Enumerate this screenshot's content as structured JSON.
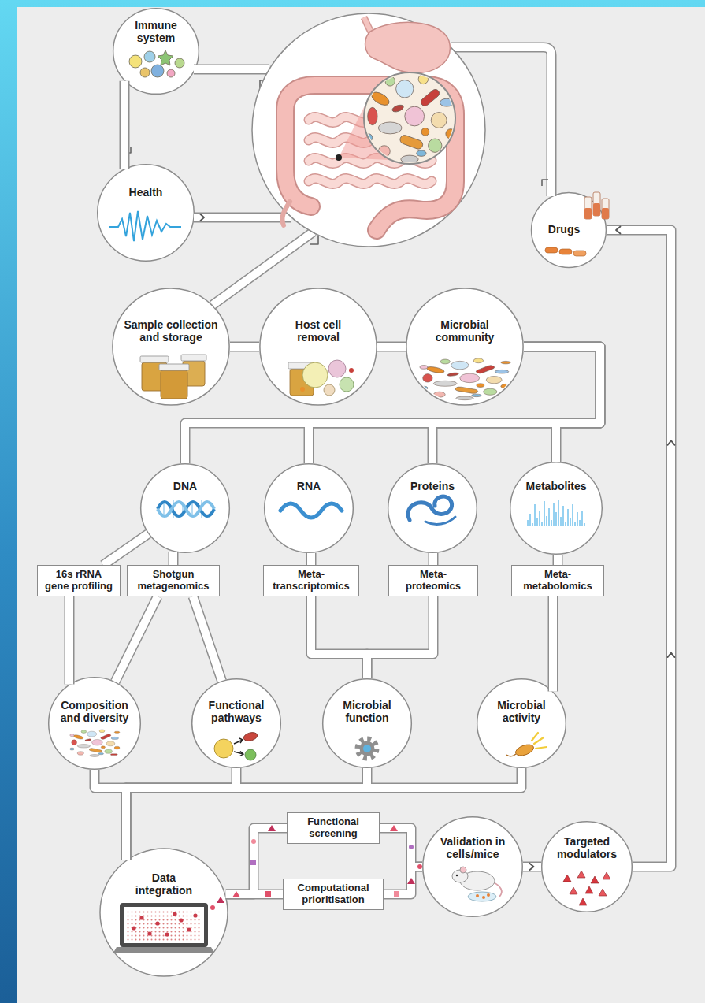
{
  "diagram": {
    "nodes": [
      {
        "text": [
          "Immune system"
        ]
      },
      {
        "text": [
          "Health"
        ]
      },
      {
        "text": [
          "Drugs"
        ]
      },
      {
        "text": [
          "Sample collection and storage"
        ]
      },
      {
        "text": [
          "Host cell removal"
        ]
      },
      {
        "text": [
          "Microbial community"
        ]
      },
      {
        "text": [
          "DNA"
        ]
      },
      {
        "text": [
          "RNA"
        ]
      },
      {
        "text": [
          "Proteins"
        ]
      },
      {
        "text": [
          "Metabolites"
        ]
      },
      {
        "text": [
          "16s rRNA gene profiling"
        ]
      },
      {
        "text": [
          "Shotgun metagenomics"
        ]
      },
      {
        "text": [
          "Meta-transcriptomics"
        ]
      },
      {
        "text": [
          "Meta-proteomics"
        ]
      },
      {
        "text": [
          "Meta-metabolomics"
        ]
      },
      {
        "text": [
          "Composition and diversity"
        ]
      },
      {
        "text": [
          "Functional pathways"
        ]
      },
      {
        "text": [
          "Microbial function"
        ]
      },
      {
        "text": [
          "Microbial activity"
        ]
      },
      {
        "text": [
          "Data integration"
        ]
      },
      {
        "text": [
          "Functional screening"
        ]
      },
      {
        "text": [
          "Computational prioritisation"
        ]
      },
      {
        "text": [
          "Validation in cells/mice"
        ]
      },
      {
        "text": [
          "Targeted modulators"
        ]
      }
    ],
    "edges": [
      {
        "from": 0,
        "to": 1,
        "arrow": "none"
      },
      {
        "from": 3,
        "to": 4,
        "arrow": "none"
      },
      {
        "from": 4,
        "to": 5,
        "arrow": "none"
      },
      {
        "from": 5,
        "to": 6,
        "arrow": "none"
      },
      {
        "from": 5,
        "to": 7,
        "arrow": "none"
      },
      {
        "from": 5,
        "to": 8,
        "arrow": "none"
      },
      {
        "from": 5,
        "to": 9,
        "arrow": "none"
      },
      {
        "from": 6,
        "to": 10,
        "arrow": "none"
      },
      {
        "from": 6,
        "to": 11,
        "arrow": "none"
      },
      {
        "from": 7,
        "to": 12,
        "arrow": "none"
      },
      {
        "from": 8,
        "to": 13,
        "arrow": "none"
      },
      {
        "from": 9,
        "to": 14,
        "arrow": "none"
      },
      {
        "from": 10,
        "to": 15,
        "arrow": "none"
      },
      {
        "from": 11,
        "to": 15,
        "arrow": "none"
      },
      {
        "from": 11,
        "to": 16,
        "arrow": "none"
      },
      {
        "from": 12,
        "to": 17,
        "arrow": "none"
      },
      {
        "from": 13,
        "to": 17,
        "arrow": "none"
      },
      {
        "from": 14,
        "to": 18,
        "arrow": "none"
      },
      {
        "from": 15,
        "to": 19,
        "arrow": "none"
      },
      {
        "from": 16,
        "to": 19,
        "arrow": "none"
      },
      {
        "from": 17,
        "to": 19,
        "arrow": "none"
      },
      {
        "from": 18,
        "to": 19,
        "arrow": "none"
      },
      {
        "from": 19,
        "to": 20,
        "arrow": "none"
      },
      {
        "from": 19,
        "to": 21,
        "arrow": "none"
      },
      {
        "from": 20,
        "to": 22,
        "arrow": "none"
      },
      {
        "from": 21,
        "to": 22,
        "arrow": "none"
      },
      {
        "from": 22,
        "to": 23,
        "arrow": "to"
      },
      {
        "from": 23,
        "to": 2,
        "arrow": "to"
      }
    ]
  }
}
